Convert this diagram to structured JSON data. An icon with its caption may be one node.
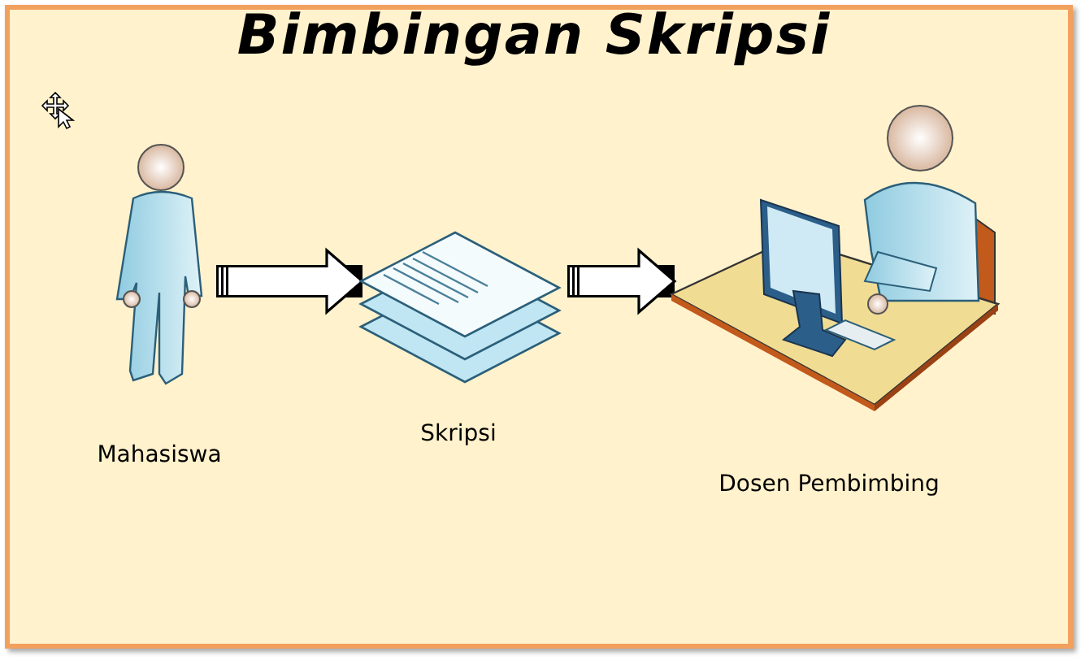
{
  "diagram": {
    "title": "Bimbingan Skripsi",
    "nodes": [
      {
        "text": [],
        "shape": "person",
        "beside": [
          "Mahasiswa"
        ]
      },
      {
        "text": [],
        "shape": "picture",
        "beside": [
          "Skripsi"
        ]
      },
      {
        "text": [],
        "shape": "picture",
        "beside": [
          "Dosen Pembimbing"
        ]
      }
    ],
    "edges": [
      {
        "from": 0,
        "to": 1,
        "arrow": "to"
      },
      {
        "from": 1,
        "to": 2,
        "arrow": "to"
      }
    ]
  }
}
